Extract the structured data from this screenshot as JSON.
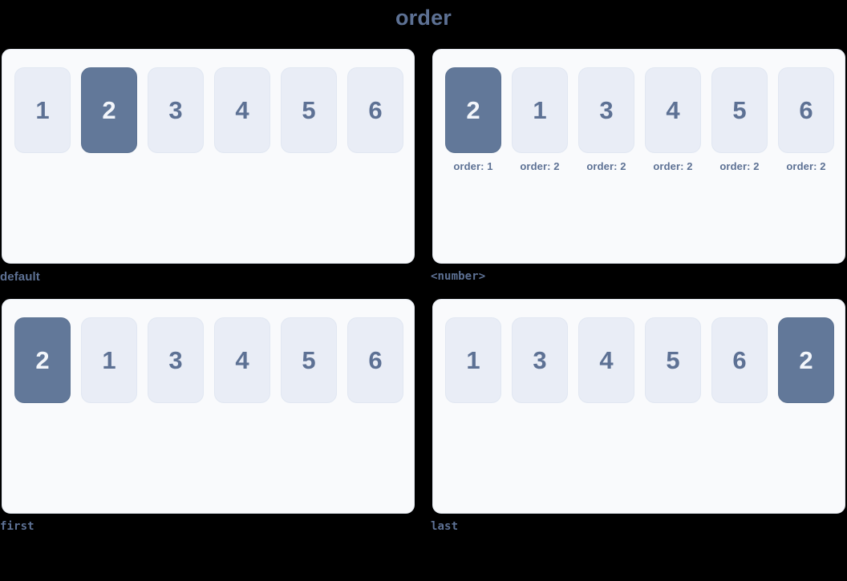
{
  "page": {
    "title": "order",
    "accent_color": "#5d7194",
    "highlight_color": "#627899",
    "box_color": "#e9edf6",
    "panel_bg": "#f9fafc",
    "background": "#000000"
  },
  "panels": [
    {
      "caption": "default",
      "caption_style": "sans",
      "show_order_labels": false,
      "items": [
        {
          "label": "1",
          "highlight": false,
          "order_label": ""
        },
        {
          "label": "2",
          "highlight": true,
          "order_label": ""
        },
        {
          "label": "3",
          "highlight": false,
          "order_label": ""
        },
        {
          "label": "4",
          "highlight": false,
          "order_label": ""
        },
        {
          "label": "5",
          "highlight": false,
          "order_label": ""
        },
        {
          "label": "6",
          "highlight": false,
          "order_label": ""
        }
      ]
    },
    {
      "caption": "<number>",
      "caption_style": "mono",
      "show_order_labels": true,
      "items": [
        {
          "label": "2",
          "highlight": true,
          "order_label": "order: 1"
        },
        {
          "label": "1",
          "highlight": false,
          "order_label": "order: 2"
        },
        {
          "label": "3",
          "highlight": false,
          "order_label": "order: 2"
        },
        {
          "label": "4",
          "highlight": false,
          "order_label": "order: 2"
        },
        {
          "label": "5",
          "highlight": false,
          "order_label": "order: 2"
        },
        {
          "label": "6",
          "highlight": false,
          "order_label": "order: 2"
        }
      ]
    },
    {
      "caption": "first",
      "caption_style": "mono",
      "show_order_labels": false,
      "items": [
        {
          "label": "2",
          "highlight": true,
          "order_label": ""
        },
        {
          "label": "1",
          "highlight": false,
          "order_label": ""
        },
        {
          "label": "3",
          "highlight": false,
          "order_label": ""
        },
        {
          "label": "4",
          "highlight": false,
          "order_label": ""
        },
        {
          "label": "5",
          "highlight": false,
          "order_label": ""
        },
        {
          "label": "6",
          "highlight": false,
          "order_label": ""
        }
      ]
    },
    {
      "caption": "last",
      "caption_style": "mono",
      "show_order_labels": false,
      "items": [
        {
          "label": "1",
          "highlight": false,
          "order_label": ""
        },
        {
          "label": "3",
          "highlight": false,
          "order_label": ""
        },
        {
          "label": "4",
          "highlight": false,
          "order_label": ""
        },
        {
          "label": "5",
          "highlight": false,
          "order_label": ""
        },
        {
          "label": "6",
          "highlight": false,
          "order_label": ""
        },
        {
          "label": "2",
          "highlight": true,
          "order_label": ""
        }
      ]
    }
  ]
}
